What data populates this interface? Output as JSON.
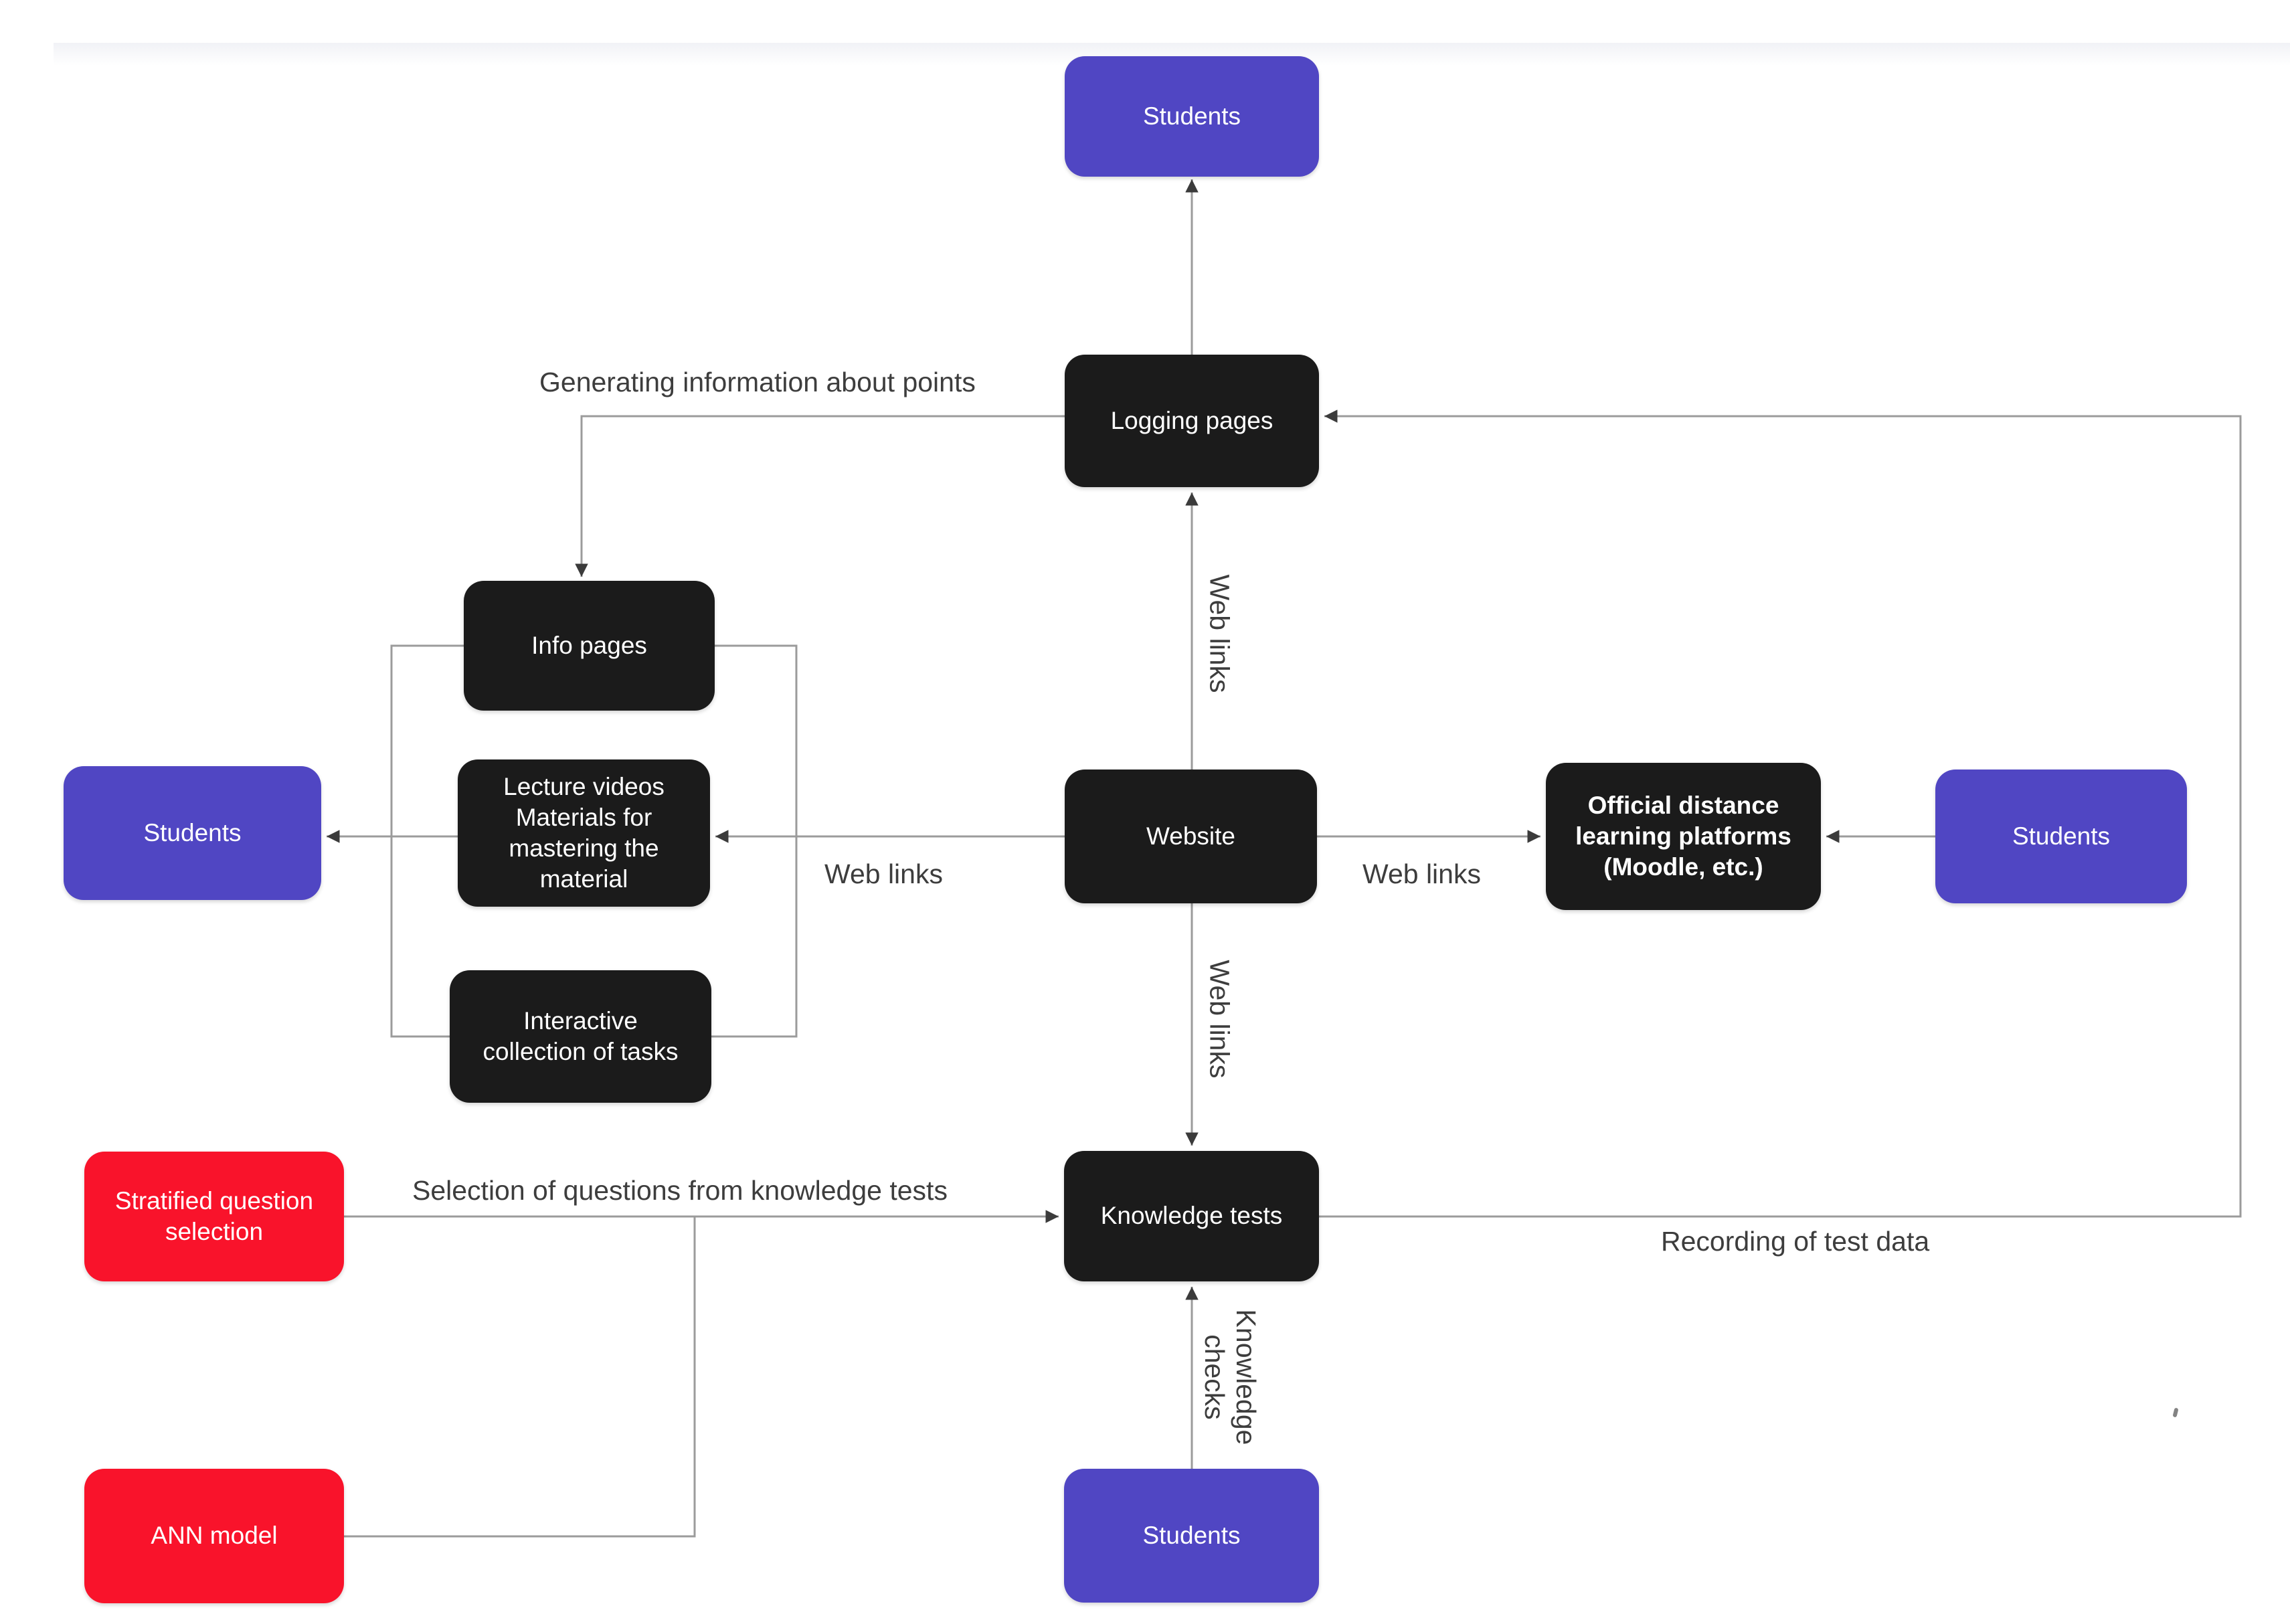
{
  "colors": {
    "background": "#ffffff",
    "student_box": "#5046c3",
    "module_box": "#1b1b1b",
    "model_box": "#f9132b",
    "node_text": "#ffffff",
    "line": "#9b9b9b",
    "arrowhead": "#3b3b3b",
    "label_text": "#3d3d3d"
  },
  "nodes": {
    "students_top": {
      "label": "Students"
    },
    "logging_pages": {
      "label": "Logging pages"
    },
    "info_pages": {
      "label": "Info pages"
    },
    "lecture_videos": {
      "label": "Lecture videos\nMaterials for\nmastering the\nmaterial"
    },
    "interactive_tasks": {
      "label": "Interactive\ncollection of tasks"
    },
    "students_left": {
      "label": "Students"
    },
    "website": {
      "label": "Website"
    },
    "platforms": {
      "label": "Official distance\nlearning platforms\n(Moodle, etc.)"
    },
    "students_right": {
      "label": "Students"
    },
    "knowledge_tests": {
      "label": "Knowledge tests"
    },
    "stratified_selection": {
      "label": "Stratified question\nselection"
    },
    "ann_model": {
      "label": "ANN model"
    },
    "students_bottom": {
      "label": "Students"
    }
  },
  "edge_labels": {
    "generating_points": "Generating information about points",
    "web_links_logging": "Web links",
    "web_links_left": "Web links",
    "web_links_right": "Web links",
    "web_links_tests": "Web links",
    "selection_questions": "Selection of questions from knowledge tests",
    "recording_test_data": "Recording of test data",
    "knowledge_checks": "Knowledge\nchecks"
  }
}
